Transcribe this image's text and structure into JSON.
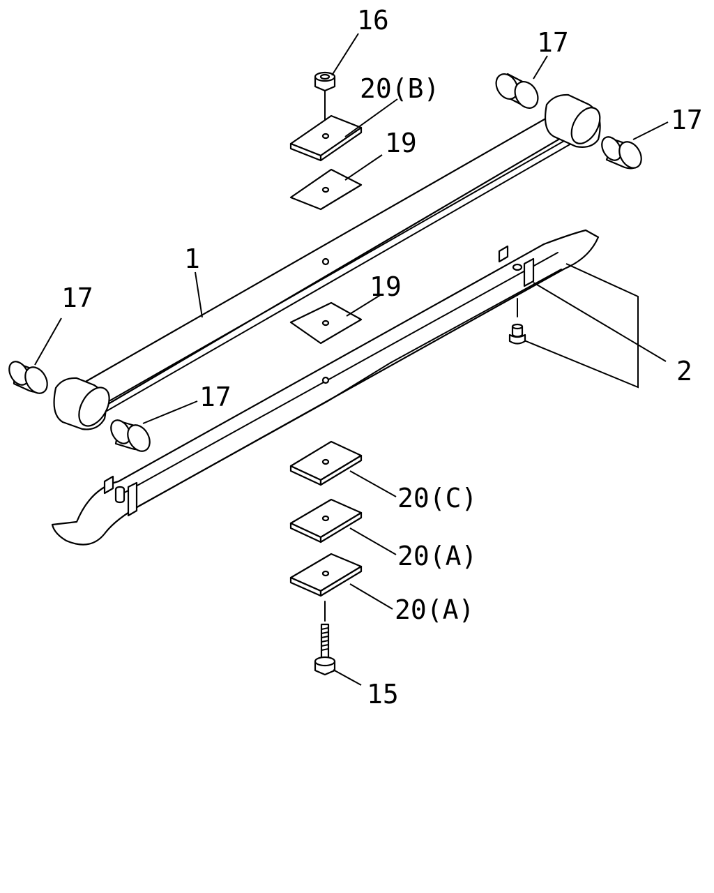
{
  "callouts": {
    "c16": "16",
    "c20b": "20(B)",
    "c19_top": "19",
    "c17_topright": "17",
    "c17_right": "17",
    "c1": "1",
    "c19_mid": "19",
    "c17_left": "17",
    "c17_bottomleft": "17",
    "c2": "2",
    "c20c": "20(C)",
    "c20a_1": "20(A)",
    "c20a_2": "20(A)",
    "c15": "15"
  }
}
